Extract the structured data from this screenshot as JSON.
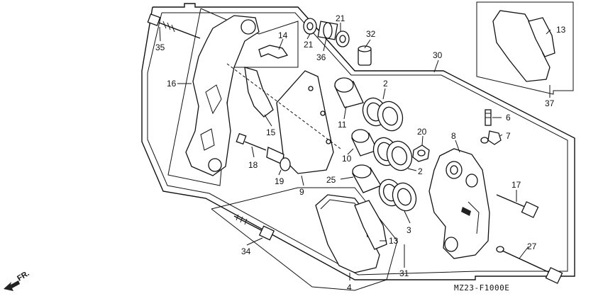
{
  "diagram": {
    "code": "MZ23-F1000E",
    "direction": "FR.",
    "callouts": [
      "35",
      "16",
      "14",
      "21",
      "21",
      "36",
      "32",
      "30",
      "13",
      "37",
      "2",
      "11",
      "15",
      "10",
      "20",
      "6",
      "7",
      "8",
      "18",
      "19",
      "9",
      "25",
      "2",
      "17",
      "3",
      "34",
      "13",
      "4",
      "31",
      "27"
    ]
  }
}
